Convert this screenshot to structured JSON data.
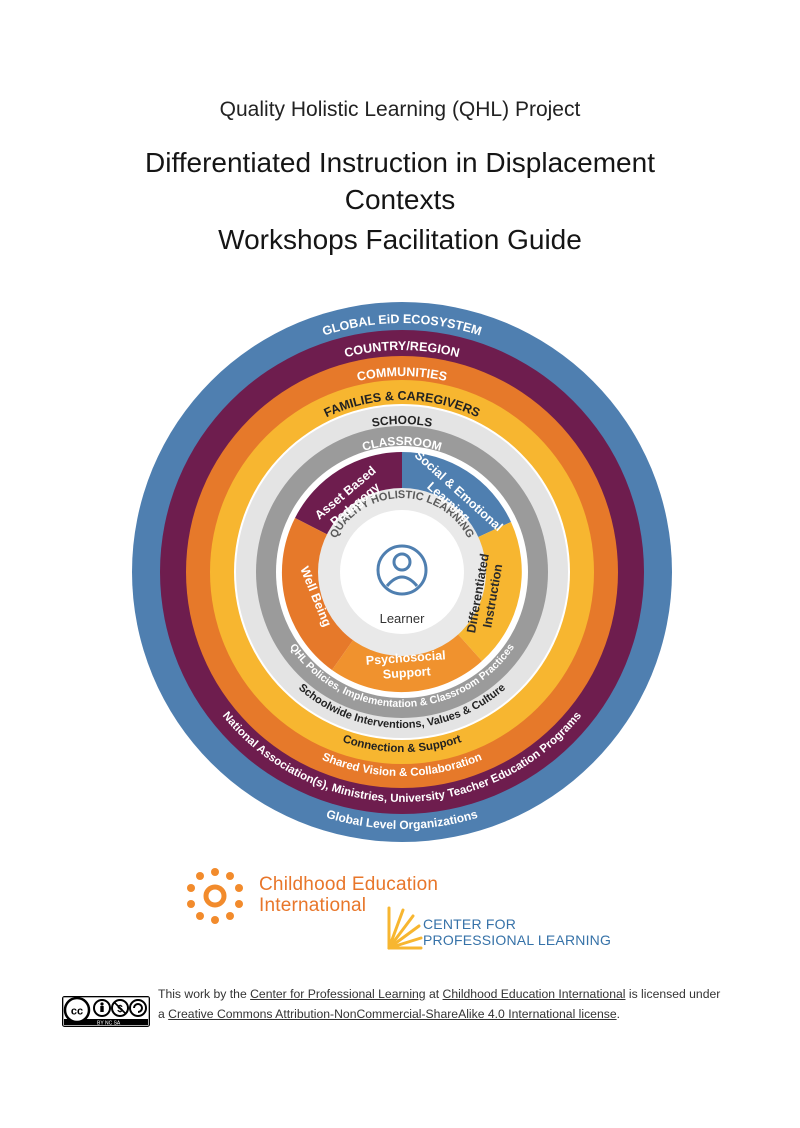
{
  "header": {
    "project": "Quality Holistic Learning (QHL) Project",
    "title_line1": "Differentiated Instruction in Displacement",
    "title_line2": "Contexts",
    "subtitle": "Workshops Facilitation Guide"
  },
  "diagram": {
    "rings_top": [
      {
        "label": "GLOBAL EiD ECOSYSTEM",
        "color": "#4f7fb0"
      },
      {
        "label": "COUNTRY/REGION",
        "color": "#6e1d4e"
      },
      {
        "label": "COMMUNITIES",
        "color": "#e6792a"
      },
      {
        "label": "FAMILIES & CAREGIVERS",
        "color": "#f7b630"
      },
      {
        "label": "SCHOOLS",
        "color": "#ffffff"
      },
      {
        "label": "CLASSROOM",
        "color": "#9b9b9b"
      }
    ],
    "rings_bottom": [
      {
        "label": "Global Level Organizations"
      },
      {
        "label": "National Association(s), Ministries, University Teacher Education Programs"
      },
      {
        "label": "Shared Vision & Collaboration"
      },
      {
        "label": "Connection & Support"
      },
      {
        "label": "Schoolwide Interventions, Values & Culture"
      },
      {
        "label": "QHL Policies, Implementation & Classroom Practices"
      }
    ],
    "segments": [
      {
        "line1": "Asset Based",
        "line2": "Pedagogy",
        "color": "#6e1d4e"
      },
      {
        "line1": "Social & Emotional",
        "line2": "Learning",
        "color": "#4f7fb0"
      },
      {
        "line1": "Differentiated",
        "line2": "Instruction",
        "color": "#f7b630"
      },
      {
        "line1": "Psychosocial",
        "line2": "Support",
        "color": "#f0922e"
      },
      {
        "line1": "Well Being",
        "line2": "",
        "color": "#e6792a"
      }
    ],
    "inner_ring_label": "QUALITY HOLISTIC LEARNING",
    "center_label": "Learner",
    "center_icon": "person-icon"
  },
  "logos": {
    "cei_line1": "Childhood Education",
    "cei_line2": "International",
    "cpl_line1": "CENTER FOR",
    "cpl_line2": "PROFESSIONAL LEARNING"
  },
  "license": {
    "badge_icon": "cc-by-nc-sa-icon",
    "text_1": "This work by the ",
    "link_cpl": "Center for Professional Learning",
    "text_2": " at ",
    "link_cei": "Childhood Education International",
    "text_3": " is licensed under a ",
    "link_license": "Creative Commons Attribution-NonCommercial-ShareAlike 4.0 International license",
    "text_4": "."
  }
}
